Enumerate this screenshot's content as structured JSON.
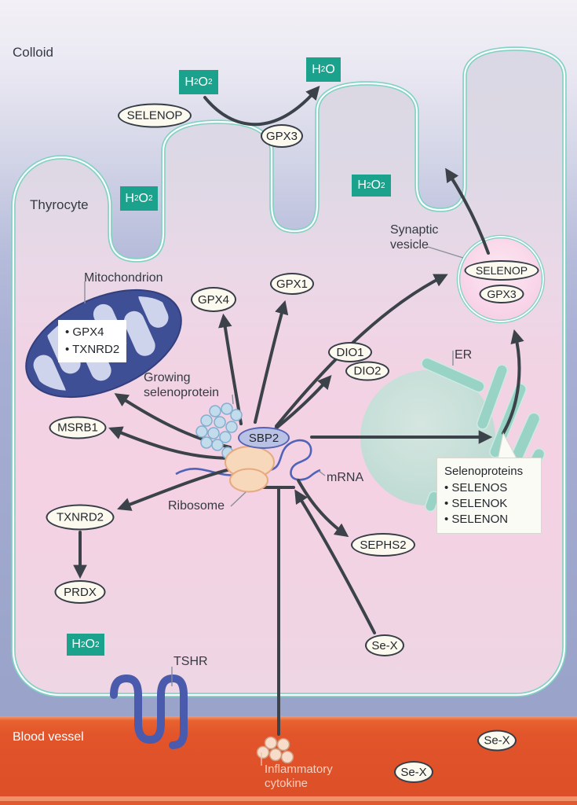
{
  "regions": {
    "colloid": "Colloid",
    "thyrocyte": "Thyrocyte",
    "blood_vessel": "Blood vessel"
  },
  "molecules": {
    "h2o2": {
      "f1": "H",
      "s1": "2",
      "f2": "O",
      "s2": "2"
    },
    "h2o": {
      "f1": "H",
      "s1": "2",
      "f2": "O"
    }
  },
  "pills": {
    "selenop": "SELENOP",
    "gpx3": "GPX3",
    "gpx4": "GPX4",
    "gpx1": "GPX1",
    "dio1": "DIO1",
    "dio2": "DIO2",
    "msrb1": "MSRB1",
    "txnrd2": "TXNRD2",
    "prdx": "PRDX",
    "sephs2": "SEPHS2",
    "sex": "Se-X",
    "sbp2": "SBP2"
  },
  "labels": {
    "mitochondrion": "Mitochondrion",
    "growing_line1": "Growing",
    "growing_line2": "selenoprotein",
    "ribosome": "Ribosome",
    "mrna": "mRNA",
    "er": "ER",
    "synaptic_line1": "Synaptic",
    "synaptic_line2": "vesicle",
    "tshr": "TSHR",
    "cytokine_line1": "Inflammatory",
    "cytokine_line2": "cytokine"
  },
  "mito_box": {
    "items": [
      "• GPX4",
      "• TXNRD2"
    ]
  },
  "selenoproteins_box": {
    "title": "Selenoproteins",
    "items": [
      "• SELENOS",
      "• SELENOK",
      "• SELENON"
    ]
  },
  "colors": {
    "teal_box": "#1aa28c",
    "arrow": "#3b4249",
    "membrane": "#80d2c5",
    "vessel": "#e2542b"
  }
}
